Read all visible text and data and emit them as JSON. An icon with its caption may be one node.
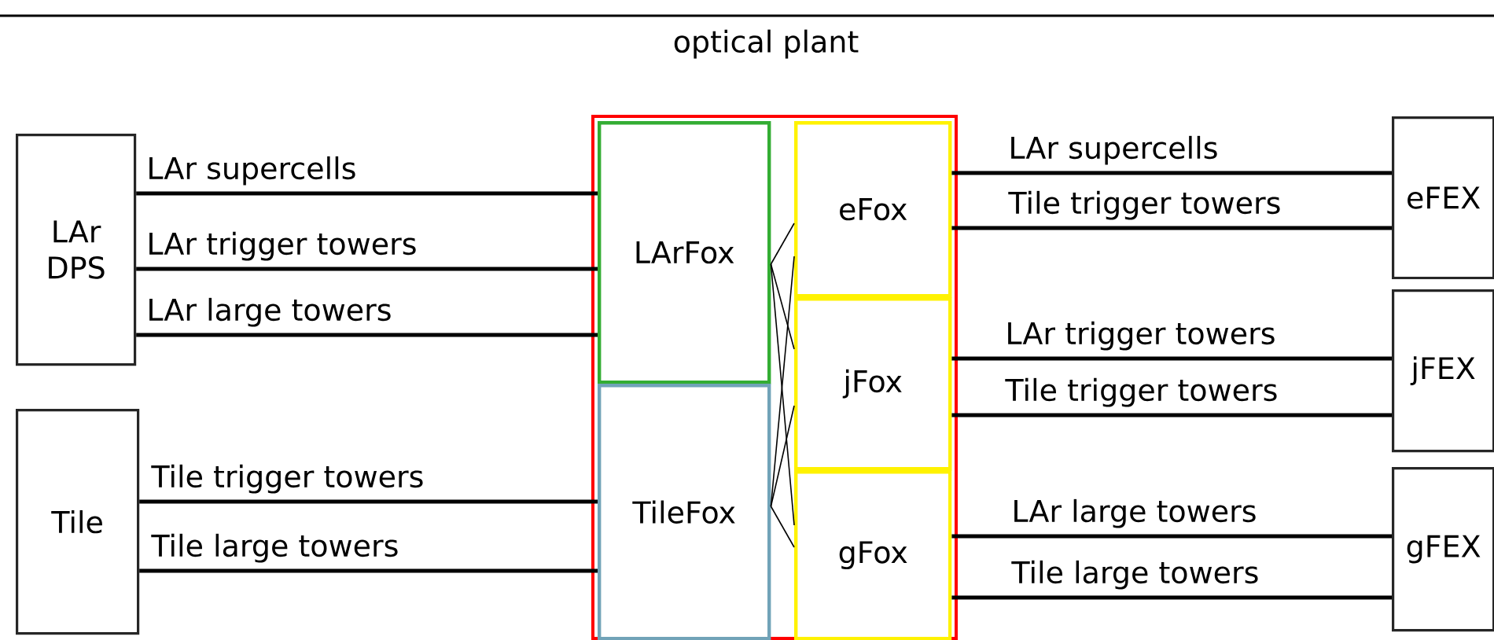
{
  "diagram": {
    "title": "optical plant",
    "nodes": [
      {
        "text": [
          "LAr DPS"
        ]
      },
      {
        "text": [
          "Tile"
        ]
      },
      {
        "text": [],
        "shape": "box"
      },
      {
        "text": [
          "LArFox"
        ],
        "in": 2
      },
      {
        "text": [
          "TileFox"
        ],
        "in": 2
      },
      {
        "text": [
          "eFox"
        ],
        "in": 2
      },
      {
        "text": [
          "jFox"
        ],
        "in": 2
      },
      {
        "text": [
          "gFox"
        ],
        "in": 2
      },
      {
        "text": [
          "eFEX"
        ]
      },
      {
        "text": [
          "jFEX"
        ]
      },
      {
        "text": [
          "gFEX"
        ]
      }
    ],
    "edges": [
      {
        "from": 0,
        "to": 3,
        "arrow": "none",
        "label": "LAr supercells"
      },
      {
        "from": 0,
        "to": 3,
        "arrow": "none",
        "label": "LAr trigger towers"
      },
      {
        "from": 0,
        "to": 3,
        "arrow": "none",
        "label": "LAr large towers"
      },
      {
        "from": 1,
        "to": 4,
        "arrow": "none",
        "label": "Tile trigger towers"
      },
      {
        "from": 1,
        "to": 4,
        "arrow": "none",
        "label": "Tile large towers"
      },
      {
        "from": 3,
        "to": 5,
        "arrow": "none"
      },
      {
        "from": 3,
        "to": 6,
        "arrow": "none"
      },
      {
        "from": 3,
        "to": 7,
        "arrow": "none"
      },
      {
        "from": 4,
        "to": 5,
        "arrow": "none"
      },
      {
        "from": 4,
        "to": 6,
        "arrow": "none"
      },
      {
        "from": 4,
        "to": 7,
        "arrow": "none"
      },
      {
        "from": 5,
        "to": 8,
        "arrow": "none",
        "label": "LAr supercells"
      },
      {
        "from": 5,
        "to": 8,
        "arrow": "none",
        "label": "Tile trigger towers"
      },
      {
        "from": 6,
        "to": 9,
        "arrow": "none",
        "label": "LAr trigger towers"
      },
      {
        "from": 6,
        "to": 9,
        "arrow": "none",
        "label": "Tile trigger towers"
      },
      {
        "from": 7,
        "to": 10,
        "arrow": "none",
        "label": "LAr large towers"
      },
      {
        "from": 7,
        "to": 10,
        "arrow": "none",
        "label": "Tile large towers"
      }
    ]
  }
}
